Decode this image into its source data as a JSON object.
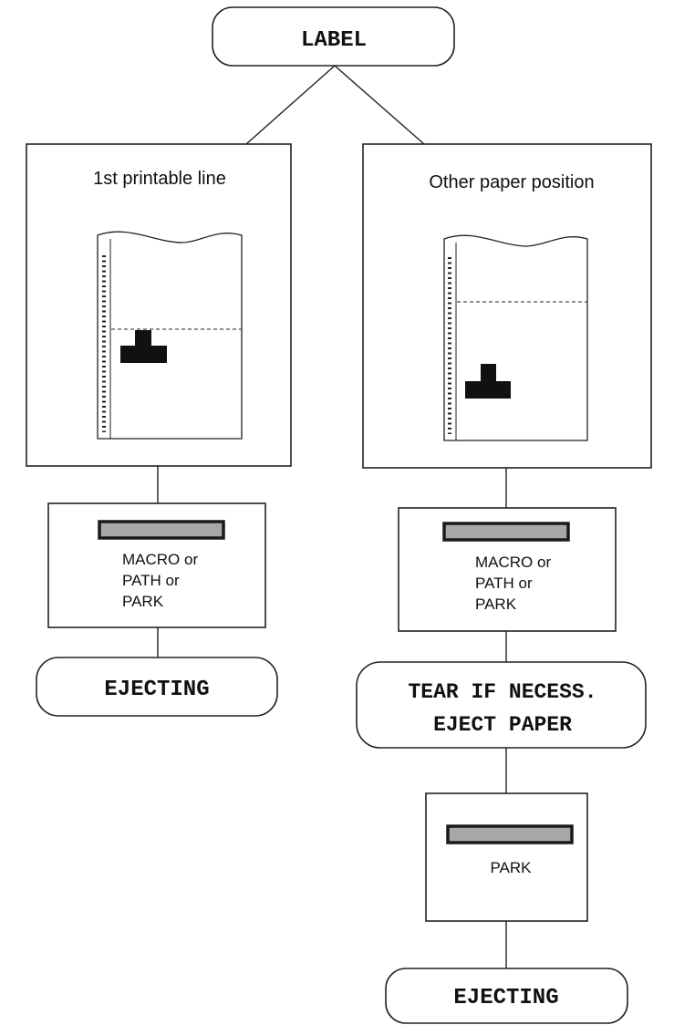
{
  "top": {
    "label": "LABEL"
  },
  "left_branch": {
    "panel_title": "1st printable line",
    "button_lines": [
      "MACRO or",
      "PATH or",
      "PARK"
    ],
    "result": "EJECTING"
  },
  "right_branch": {
    "panel_title": "Other paper position",
    "button_lines": [
      "MACRO or",
      "PATH or",
      "PARK"
    ],
    "tear_lines": [
      "TEAR IF NECESS.",
      "EJECT PAPER"
    ],
    "park_label": "PARK",
    "result": "EJECTING"
  }
}
